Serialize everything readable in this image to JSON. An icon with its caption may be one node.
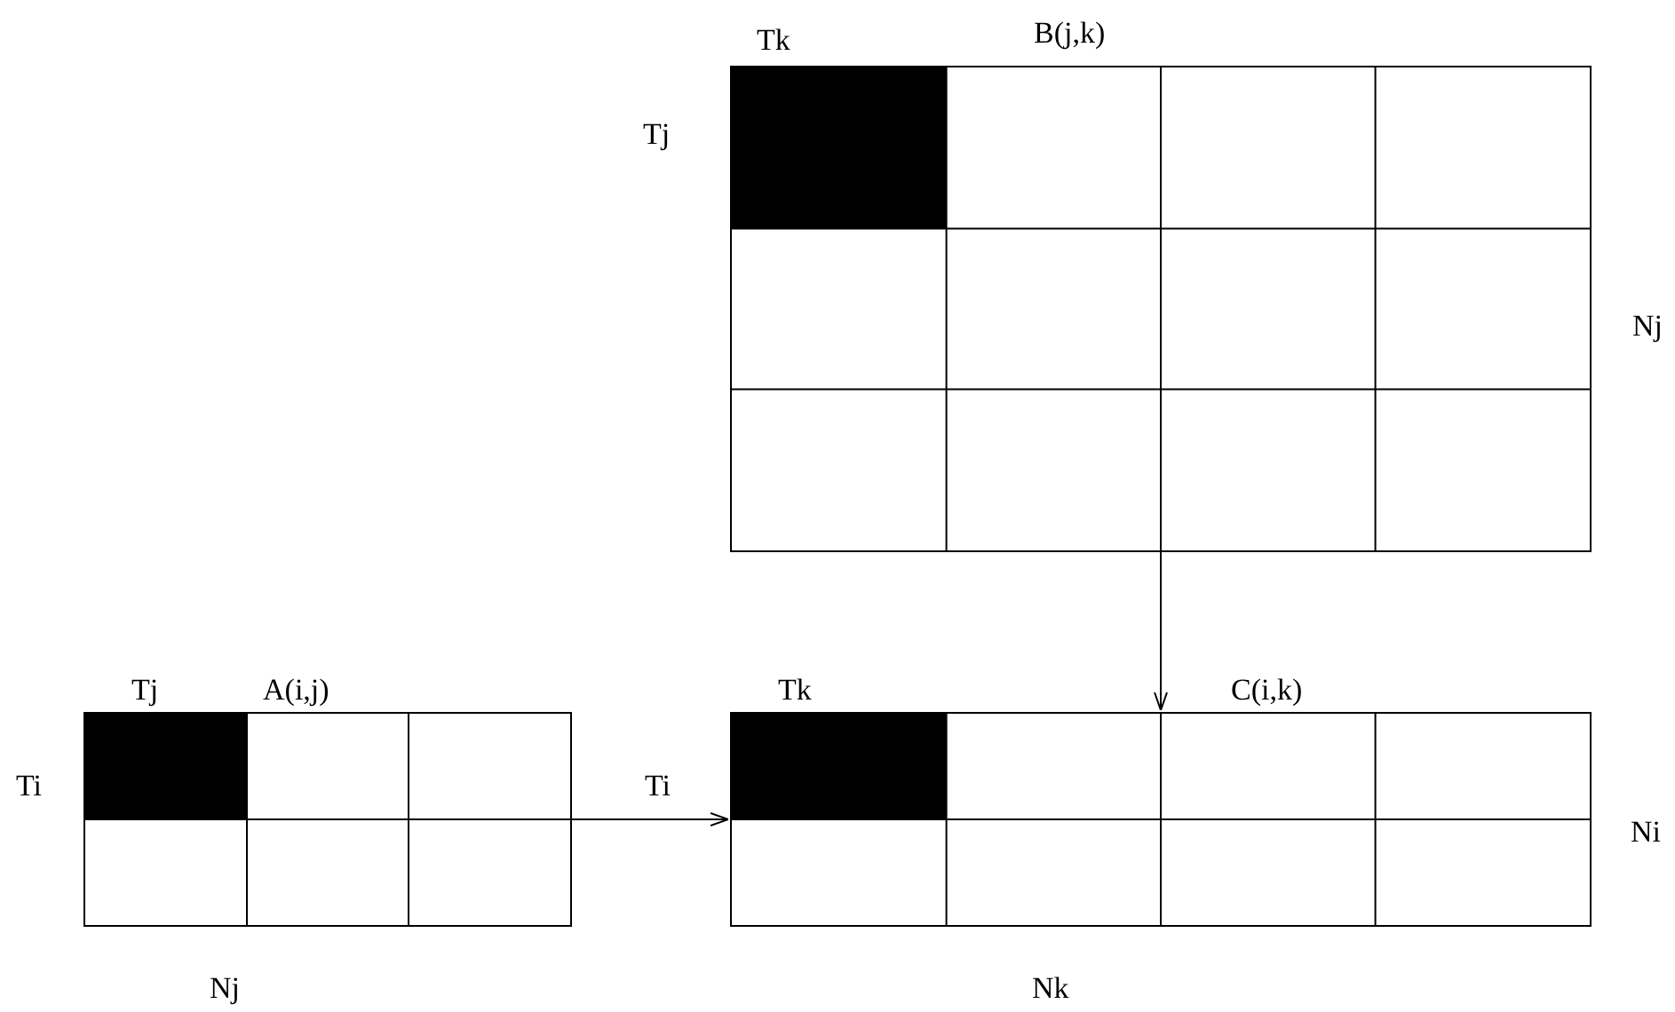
{
  "diagram": {
    "nodes": [
      {
        "text": [
          "B(j,k)"
        ],
        "beside": [
          "Tk",
          "Tj",
          "Nj"
        ]
      },
      {
        "text": [
          "A(i,j)"
        ],
        "beside": [
          "Tj",
          "Ti",
          "Nj"
        ]
      },
      {
        "text": [
          "C(i,k)"
        ],
        "beside": [
          "Tk",
          "Ti",
          "Ni",
          "Nk"
        ]
      }
    ],
    "edges": [
      {
        "from": 1,
        "to": 2,
        "arrow": "to"
      },
      {
        "from": 0,
        "to": 2,
        "arrow": "to"
      }
    ]
  }
}
